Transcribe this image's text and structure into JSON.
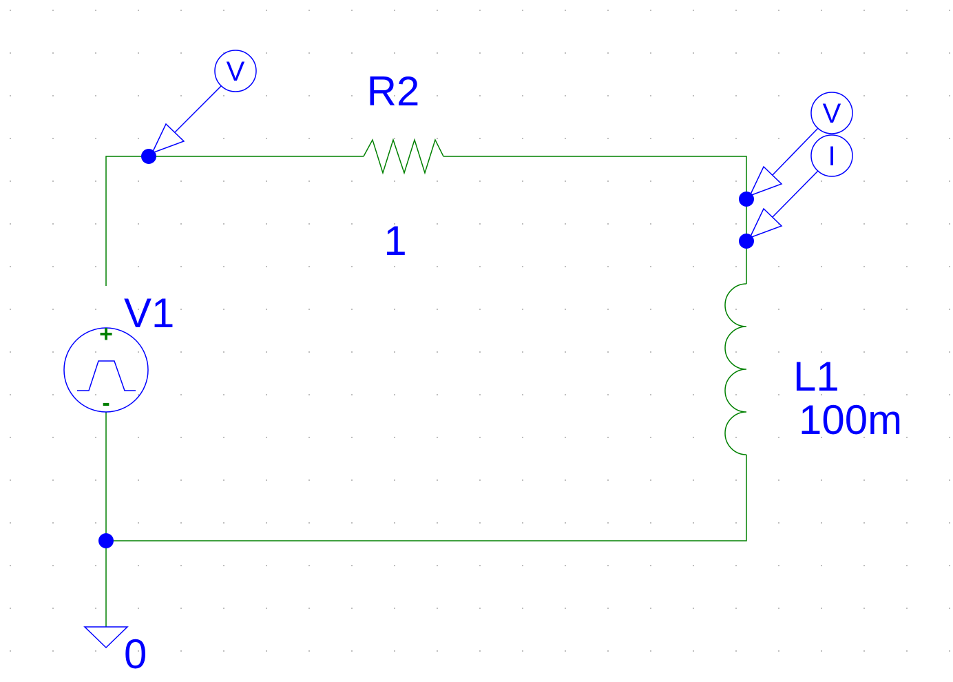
{
  "schematic": {
    "colors": {
      "wire": "#008000",
      "part": "#0000ff",
      "label": "#0000ff",
      "grid_dot": "#b4b4b4",
      "background": "#ffffff"
    },
    "parts": {
      "r2": {
        "ref": "R2",
        "value": "1",
        "icon": "resistor-zigzag"
      },
      "l1": {
        "ref": "L1",
        "value": "100m",
        "icon": "inductor-coil"
      },
      "v1": {
        "ref": "V1",
        "plus": "+",
        "minus": "-",
        "icon": "pulse-source"
      },
      "ground": {
        "label": "0",
        "icon": "ground-triangle"
      }
    },
    "probes": [
      {
        "id": "source-voltage",
        "label": "V",
        "icon": "voltage-probe"
      },
      {
        "id": "inductor-voltage",
        "label": "V",
        "icon": "voltage-probe"
      },
      {
        "id": "inductor-current",
        "label": "I",
        "icon": "current-probe"
      }
    ]
  }
}
